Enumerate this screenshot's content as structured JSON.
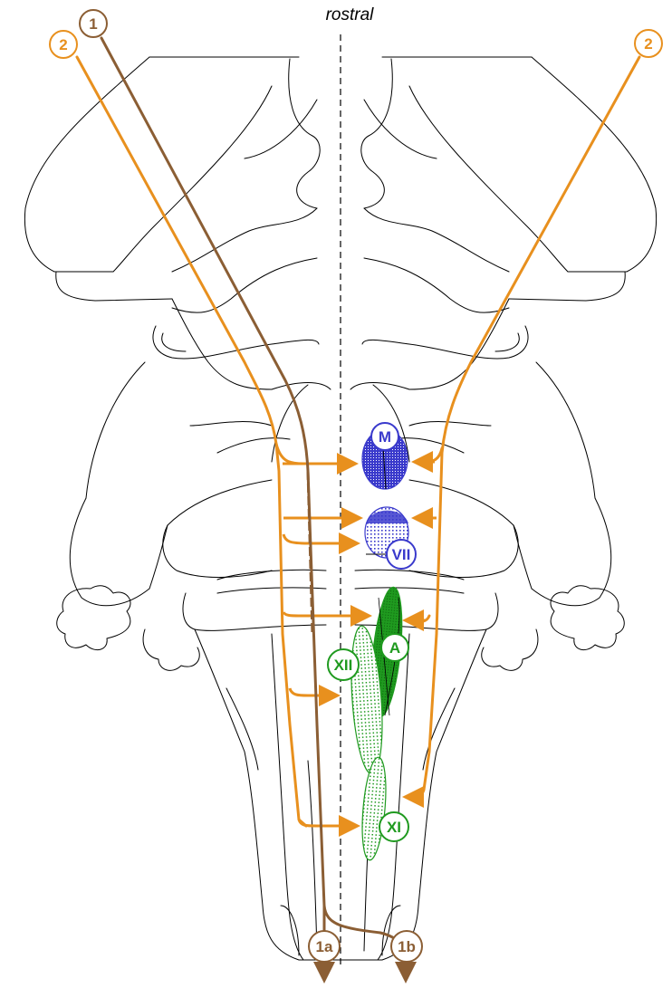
{
  "orientation_label": "rostral",
  "colors": {
    "tract_1": "#8b5e34",
    "tract_2": "#e8901e",
    "motor_nucleus": "#3a3acc",
    "lower_nucleus": "#1f9a1f",
    "outline": "#000000"
  },
  "badges": {
    "tract_1": "1",
    "tract_2_left": "2",
    "tract_2_right": "2",
    "tract_1a": "1a",
    "tract_1b": "1b",
    "nucleus_m": "M",
    "nucleus_vii": "VII",
    "nucleus_a": "A",
    "nucleus_xii": "XII",
    "nucleus_xi": "XI"
  }
}
